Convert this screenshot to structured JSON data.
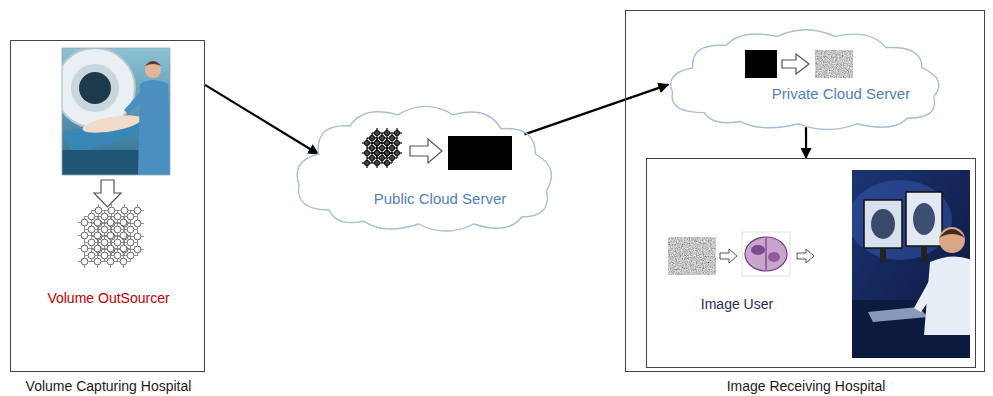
{
  "diagram": {
    "nodes": [
      {
        "text": [
          "Volume OutSourcer",
          "Volume Capturing Hospital"
        ]
      },
      {
        "text": [
          "Public Cloud Server"
        ]
      },
      {
        "text": [
          "Image Receiving Hospital"
        ]
      },
      {
        "text": [
          "Private Cloud Server"
        ],
        "in": 2
      },
      {
        "text": [
          "Image User"
        ],
        "in": 2
      }
    ],
    "edges": [
      {
        "from": 0,
        "to": 1,
        "arrow": "to"
      },
      {
        "from": 1,
        "to": 3,
        "arrow": "to"
      },
      {
        "from": 3,
        "to": 4,
        "arrow": "to"
      }
    ]
  }
}
